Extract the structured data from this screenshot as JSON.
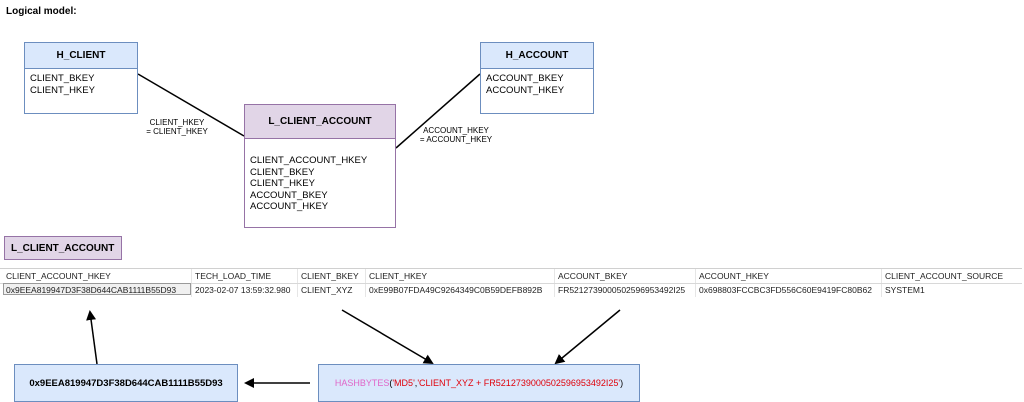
{
  "title": "Logical model:",
  "entities": {
    "h_client": {
      "name": "H_CLIENT",
      "fields": [
        "CLIENT_BKEY",
        "CLIENT_HKEY"
      ]
    },
    "h_account": {
      "name": "H_ACCOUNT",
      "fields": [
        "ACCOUNT_BKEY",
        "ACCOUNT_HKEY"
      ]
    },
    "l_client_account": {
      "name": "L_CLIENT_ACCOUNT",
      "fields": [
        "CLIENT_ACCOUNT_HKEY",
        "CLIENT_BKEY",
        "CLIENT_HKEY",
        "ACCOUNT_BKEY",
        "ACCOUNT_HKEY"
      ]
    }
  },
  "relations": {
    "client": {
      "line1": "CLIENT_HKEY",
      "line2": "= CLIENT_HKEY"
    },
    "account": {
      "line1": "ACCOUNT_HKEY",
      "line2": "= ACCOUNT_HKEY"
    }
  },
  "table_label": "L_CLIENT_ACCOUNT",
  "table": {
    "headers": [
      "CLIENT_ACCOUNT_HKEY",
      "TECH_LOAD_TIME",
      "CLIENT_BKEY",
      "CLIENT_HKEY",
      "ACCOUNT_BKEY",
      "ACCOUNT_HKEY",
      "CLIENT_ACCOUNT_SOURCE"
    ],
    "row": [
      "0x9EEA819947D3F38D644CAB1111B55D93",
      "2023-02-07 13:59:32.980",
      "CLIENT_XYZ",
      "0xE99B07FDA49C9264349C0B59DEFB892B",
      "FR5212739000502596953492I25",
      "0x698803FCCBC3FD556C60E9419FC80B62",
      "SYSTEM1"
    ]
  },
  "result_box": "0x9EEA819947D3F38D644CAB1111B55D93",
  "formula": {
    "fn": "HASHBYTES",
    "open": "(",
    "arg1": "'MD5'",
    "comma": ",",
    "arg2": "'CLIENT_XYZ + FR5212739000502596953492I25'",
    "close": ")"
  },
  "colors": {
    "hub_fill": "#dae8fc",
    "hub_border": "#6c8ebf",
    "link_fill": "#e1d5e7",
    "link_border": "#9673a6",
    "fn_color": "#e066c8",
    "string_color": "#e0000a"
  }
}
